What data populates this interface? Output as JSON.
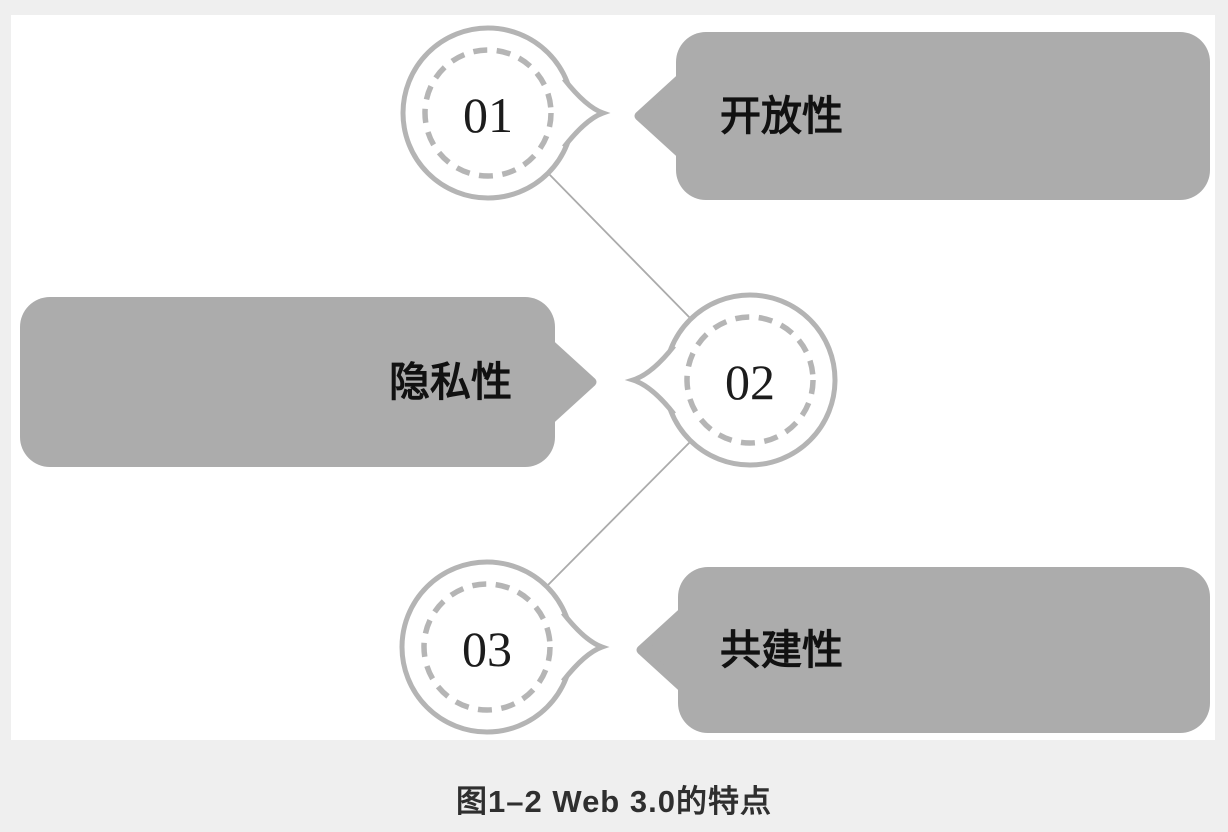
{
  "figure": {
    "caption": "图1–2 Web 3.0的特点",
    "title_topic": "Web 3.0的特点"
  },
  "diagram": {
    "items": [
      {
        "number": "01",
        "label": "开放性"
      },
      {
        "number": "02",
        "label": "隐私性"
      },
      {
        "number": "03",
        "label": "共建性"
      }
    ]
  },
  "colors": {
    "page_background": "#efefef",
    "panel_background": "#ffffff",
    "bubble_gray": "#acacac",
    "circle_stroke_gray": "#b4b4b4",
    "connector_gray": "#ababab",
    "text_black": "#1c1c1c",
    "caption_color": "#2f2f2f"
  }
}
